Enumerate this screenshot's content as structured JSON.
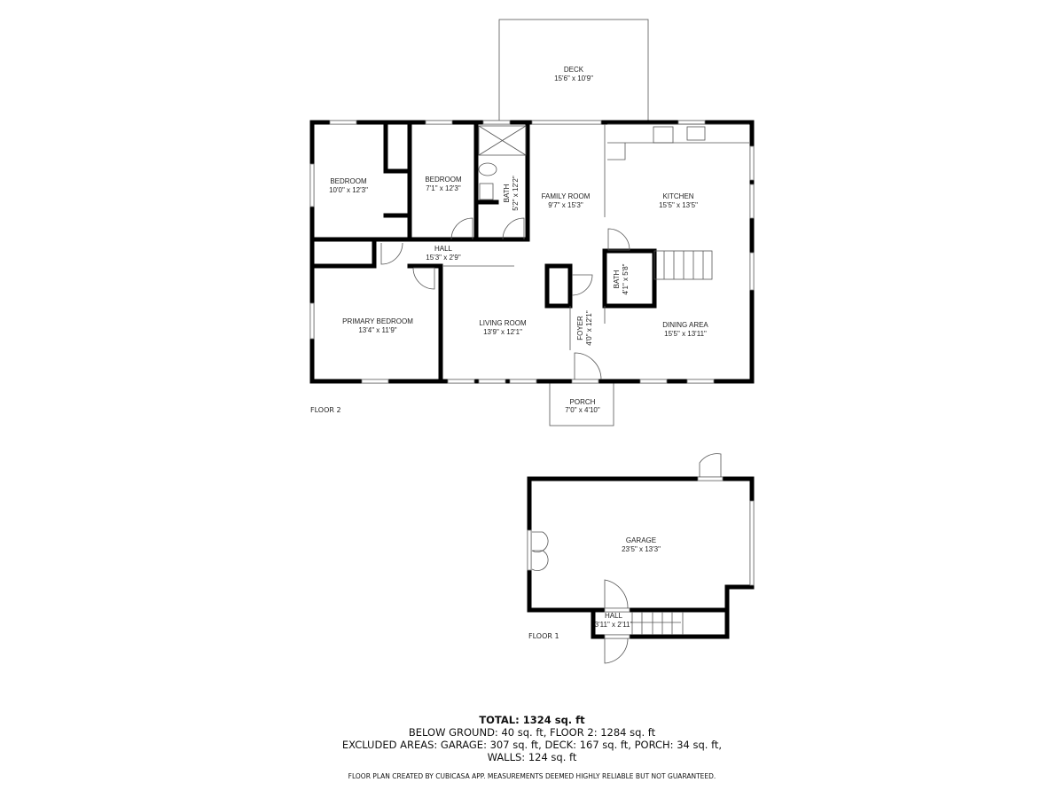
{
  "floor2": {
    "label": "FLOOR 2",
    "rooms": {
      "deck": {
        "name": "DECK",
        "dims": "15'6\" x 10'9\""
      },
      "bedroom1": {
        "name": "BEDROOM",
        "dims": "10'0\" x 12'3\""
      },
      "bedroom2": {
        "name": "BEDROOM",
        "dims": "7'1\" x 12'3\""
      },
      "bath1": {
        "name": "BATH",
        "dims": "5'2\" x 12'2\""
      },
      "family_room": {
        "name": "FAMILY ROOM",
        "dims": "9'7\" x 15'3\""
      },
      "kitchen": {
        "name": "KITCHEN",
        "dims": "15'5\" x 13'5\""
      },
      "hall": {
        "name": "HALL",
        "dims": "15'3\" x 2'9\""
      },
      "bath2": {
        "name": "BATH",
        "dims": "4'1\" x 5'8\""
      },
      "primary_bedroom": {
        "name": "PRIMARY BEDROOM",
        "dims": "13'4\" x 11'9\""
      },
      "living_room": {
        "name": "LIVING ROOM",
        "dims": "13'9\" x 12'1\""
      },
      "foyer": {
        "name": "FOYER",
        "dims": "4'0\" x 12'1\""
      },
      "dining_area": {
        "name": "DINING AREA",
        "dims": "15'5\" x 13'11\""
      },
      "porch": {
        "name": "PORCH",
        "dims": "7'0\" x 4'10\""
      }
    }
  },
  "floor1": {
    "label": "FLOOR 1",
    "rooms": {
      "garage": {
        "name": "GARAGE",
        "dims": "23'5\" x 13'3\""
      },
      "hall": {
        "name": "HALL",
        "dims": "3'11\" x 2'11\""
      }
    }
  },
  "summary": {
    "total": "TOTAL: 1324 sq. ft",
    "line1": "BELOW GROUND: 40 sq. ft, FLOOR 2: 1284 sq. ft",
    "line2": "EXCLUDED AREAS: GARAGE: 307 sq. ft, DECK: 167 sq. ft, PORCH: 34 sq. ft,",
    "line3": "WALLS: 124 sq. ft"
  },
  "disclaimer": "FLOOR PLAN CREATED BY CUBICASA APP. MEASUREMENTS DEEMED HIGHLY RELIABLE BUT NOT GUARANTEED."
}
